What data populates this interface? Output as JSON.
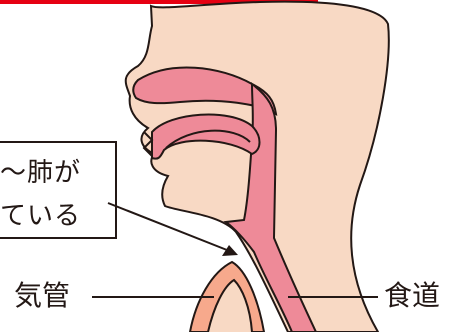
{
  "callout": {
    "line1": "〜肺が",
    "line2": "ている"
  },
  "labels": {
    "trachea": "気管",
    "esophagus": "食道"
  },
  "colors": {
    "skin": "#f8d9c4",
    "tissue": "#ee8a98",
    "cartilage": "#f7a98c",
    "outline": "#231815",
    "header_bar": "#e60012"
  },
  "icons": {
    "arrow": "arrow-pointer"
  }
}
